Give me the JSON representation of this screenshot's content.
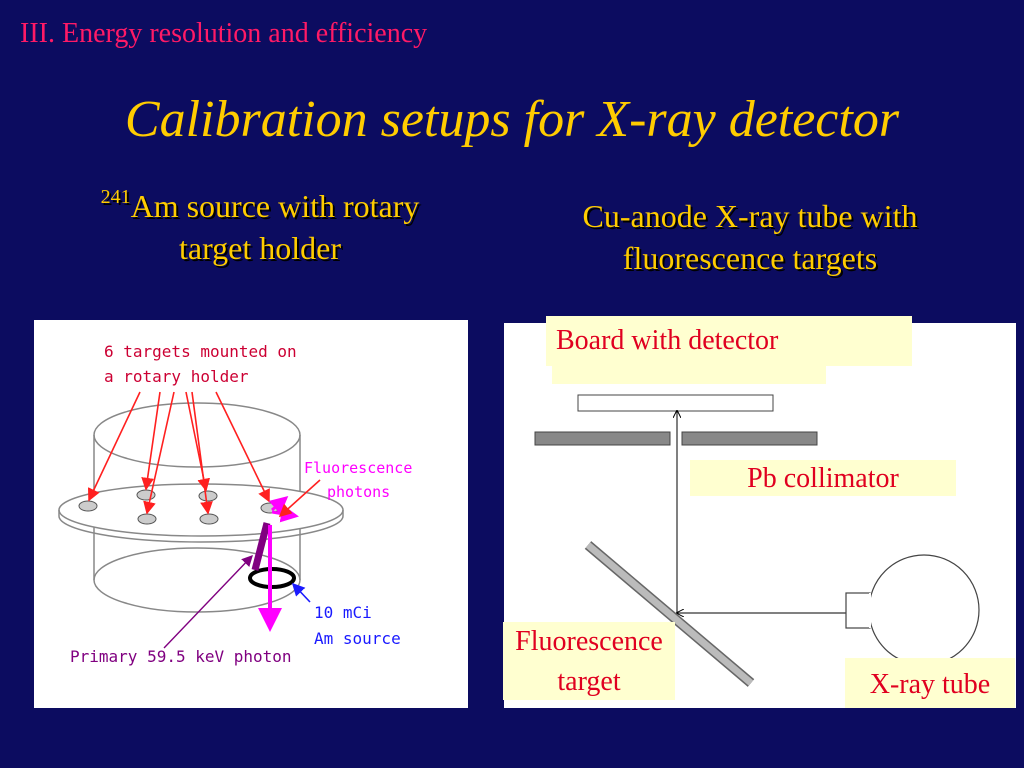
{
  "section_title": "III. Energy resolution and efficiency",
  "slide_title": "Calibration setups for X-ray detector",
  "left": {
    "heading_superscript": "241",
    "heading_line1": "Am source with rotary",
    "heading_line2": "target holder",
    "annotations": {
      "targets_line1": "6 targets mounted on",
      "targets_line2": "a rotary holder",
      "fluorescence_line1": "Fluorescence",
      "fluorescence_line2": "photons",
      "source_line1": "10 mCi",
      "source_line2": "Am source",
      "primary": "Primary 59.5 keV photon"
    }
  },
  "right": {
    "heading_line1": "Cu-anode X-ray tube with",
    "heading_line2": "fluorescence targets",
    "labels": {
      "board": "Board with detector",
      "collimator": "Pb collimator",
      "target_line1": "Fluorescence",
      "target_line2": "target",
      "tube": "X-ray tube"
    }
  },
  "colors": {
    "background": "#0c0c60",
    "section": "#ff1a66",
    "title": "#ffcc00",
    "label_text": "#e00020",
    "label_bg": "#ffffd0",
    "annotation": "#cc0033",
    "magenta": "#ff00ff",
    "purple": "#800080"
  }
}
